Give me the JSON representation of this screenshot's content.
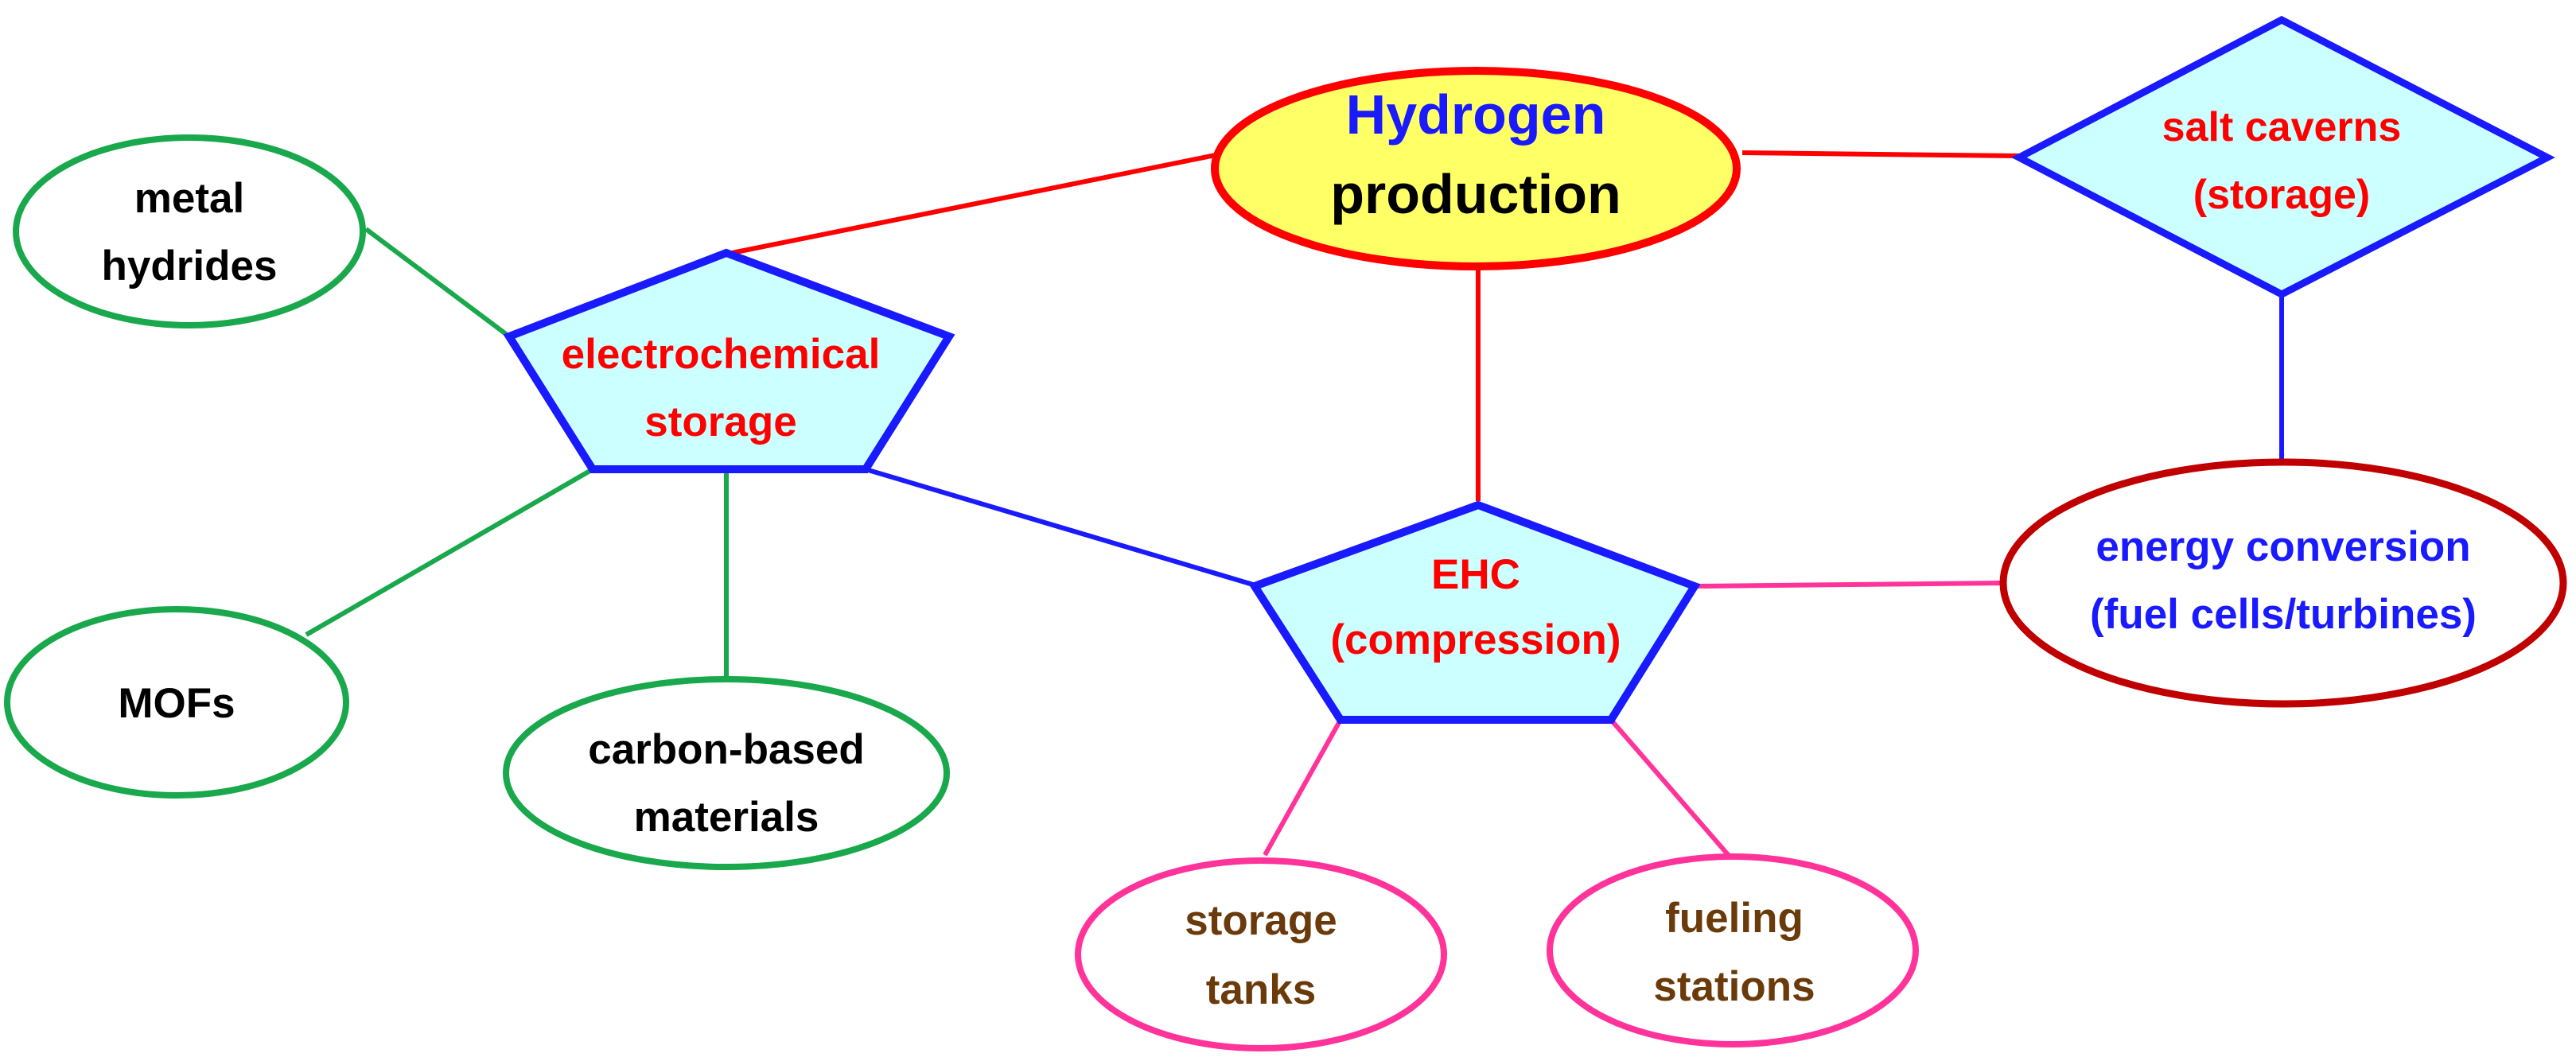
{
  "nodes": {
    "hydrogen": {
      "line1": "Hydrogen",
      "line2": "production"
    },
    "salt": {
      "line1": "salt caverns",
      "line2": "(storage)"
    },
    "electro": {
      "line1": "electrochemical",
      "line2": "storage"
    },
    "metal": {
      "line1": "metal",
      "line2": "hydrides"
    },
    "mofs": {
      "line1": "MOFs"
    },
    "carbon": {
      "line1": "carbon-based",
      "line2": "materials"
    },
    "ehc": {
      "line1": "EHC",
      "line2": "(compression)"
    },
    "energy": {
      "line1": "energy conversion",
      "line2": "(fuel cells/turbines)"
    },
    "tanks": {
      "line1": "storage",
      "line2": "tanks"
    },
    "fueling": {
      "line1": "fueling",
      "line2": "stations"
    }
  },
  "colors": {
    "red": "#ff0000",
    "blue": "#1a1aff",
    "green": "#19a84c",
    "pink": "#ff3399",
    "darkred": "#c00000",
    "brown": "#6b3a0b",
    "yellow": "#ffff66",
    "cyan": "#ccffff",
    "black": "#000000"
  }
}
